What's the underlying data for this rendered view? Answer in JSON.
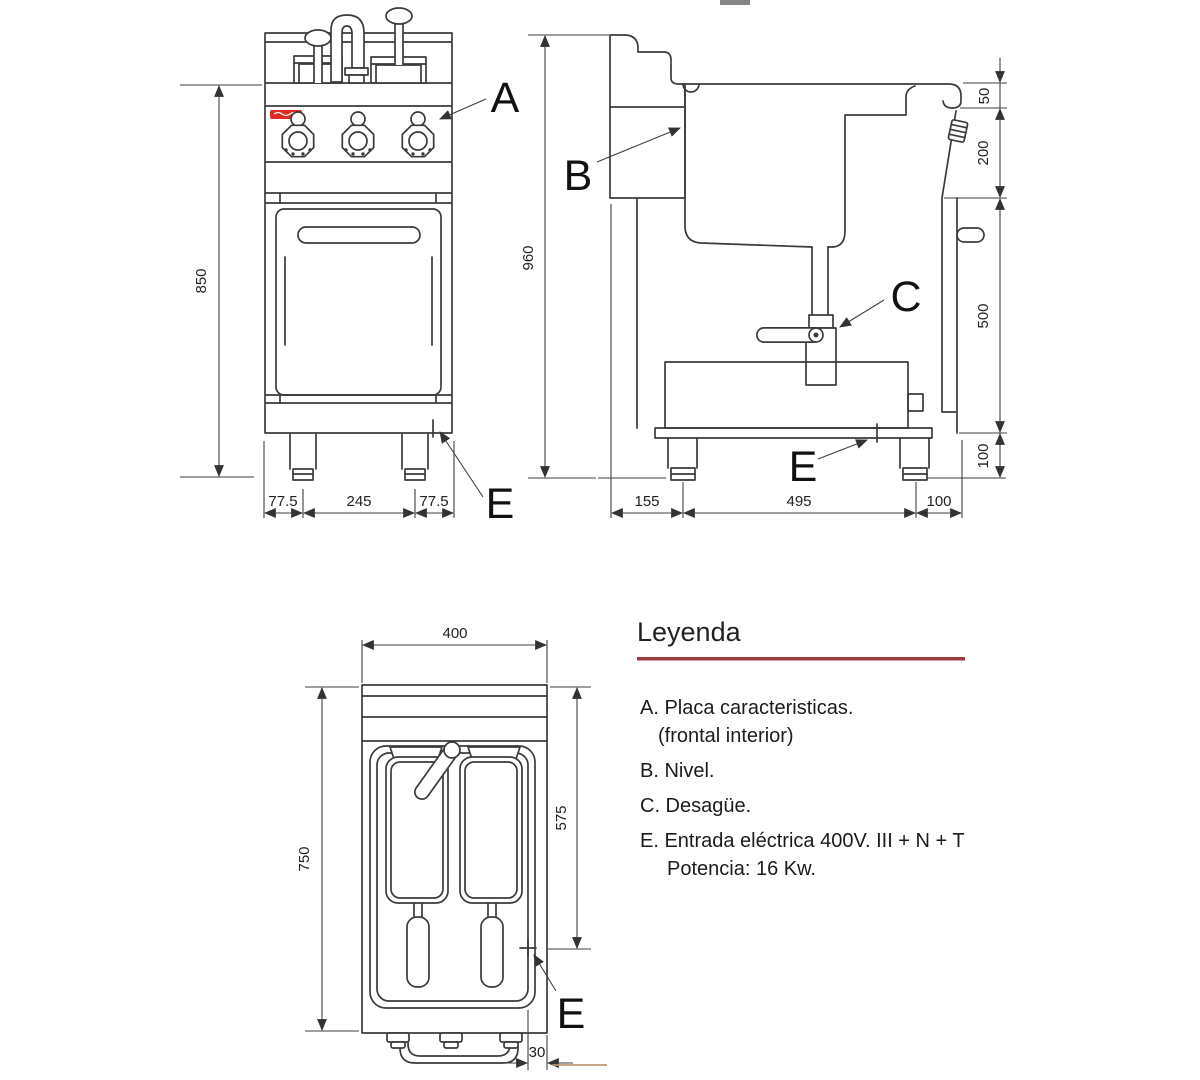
{
  "front_view": {
    "height": "850",
    "dim_left": "77.5",
    "dim_center": "245",
    "dim_right": "77.5",
    "callout_plate": "A",
    "callout_power_inlet": "E"
  },
  "side_view": {
    "height": "960",
    "dim_top": "50",
    "dim_upper": "200",
    "dim_body": "500",
    "dim_legs": "100",
    "dim_back": "155",
    "dim_span": "495",
    "dim_front": "100",
    "callout_level": "B",
    "callout_drain": "C",
    "callout_power_inlet": "E"
  },
  "top_view": {
    "width": "400",
    "depth": "750",
    "inner_depth": "575",
    "edge_offset": "30",
    "callout_power_inlet": "E"
  },
  "legend": {
    "title": "Leyenda",
    "items": [
      "A. Placa caracteristicas.",
      "(frontal interior)",
      "B. Nivel.",
      "C. Desagüe.",
      "E. Entrada eléctrica 400V. III + N + T",
      "Potencia: 16 Kw."
    ]
  },
  "colors": {
    "accent_red": "#e02b20",
    "legend_rule": "#9c3a40",
    "line": "#3b3b3b",
    "artifact_tan": "#bd9671"
  }
}
